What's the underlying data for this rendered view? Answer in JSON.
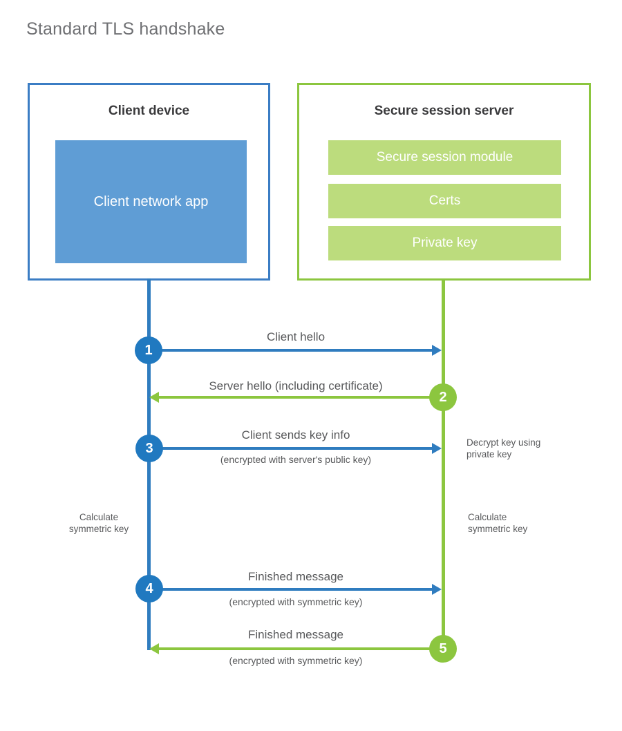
{
  "title": "Standard TLS handshake",
  "colors": {
    "client_accent": "#2f7cbf",
    "client_fill": "#5f9dd5",
    "client_badge": "#2079c0",
    "server_accent": "#8cc63f",
    "server_fill": "#bcdc7d",
    "text": "#58595b",
    "title_text": "#6f7073"
  },
  "client": {
    "title": "Client device",
    "app_label": "Client network app"
  },
  "server": {
    "title": "Secure session server",
    "blocks": [
      {
        "label": "Secure session module"
      },
      {
        "label": "Certs"
      },
      {
        "label": "Private key"
      }
    ]
  },
  "steps": [
    {
      "number": "1",
      "label": "Client hello",
      "sublabel": "",
      "direction": "client-to-server",
      "color": "#2f7cbf"
    },
    {
      "number": "2",
      "label": "Server hello (including certificate)",
      "sublabel": "",
      "direction": "server-to-client",
      "color": "#8cc63f"
    },
    {
      "number": "3",
      "label": "Client sends key info",
      "sublabel": "(encrypted with server's public key)",
      "direction": "client-to-server",
      "color": "#2f7cbf"
    },
    {
      "number": "4",
      "label": "Finished message",
      "sublabel": "(encrypted with symmetric key)",
      "direction": "client-to-server",
      "color": "#2f7cbf"
    },
    {
      "number": "5",
      "label": "Finished message",
      "sublabel": "(encrypted with symmetric key)",
      "direction": "server-to-client",
      "color": "#8cc63f"
    }
  ],
  "notes": {
    "decrypt_key": "Decrypt key using\nprivate key",
    "client_calculate": "Calculate\nsymmetric key",
    "server_calculate": "Calculate\nsymmetric key"
  }
}
